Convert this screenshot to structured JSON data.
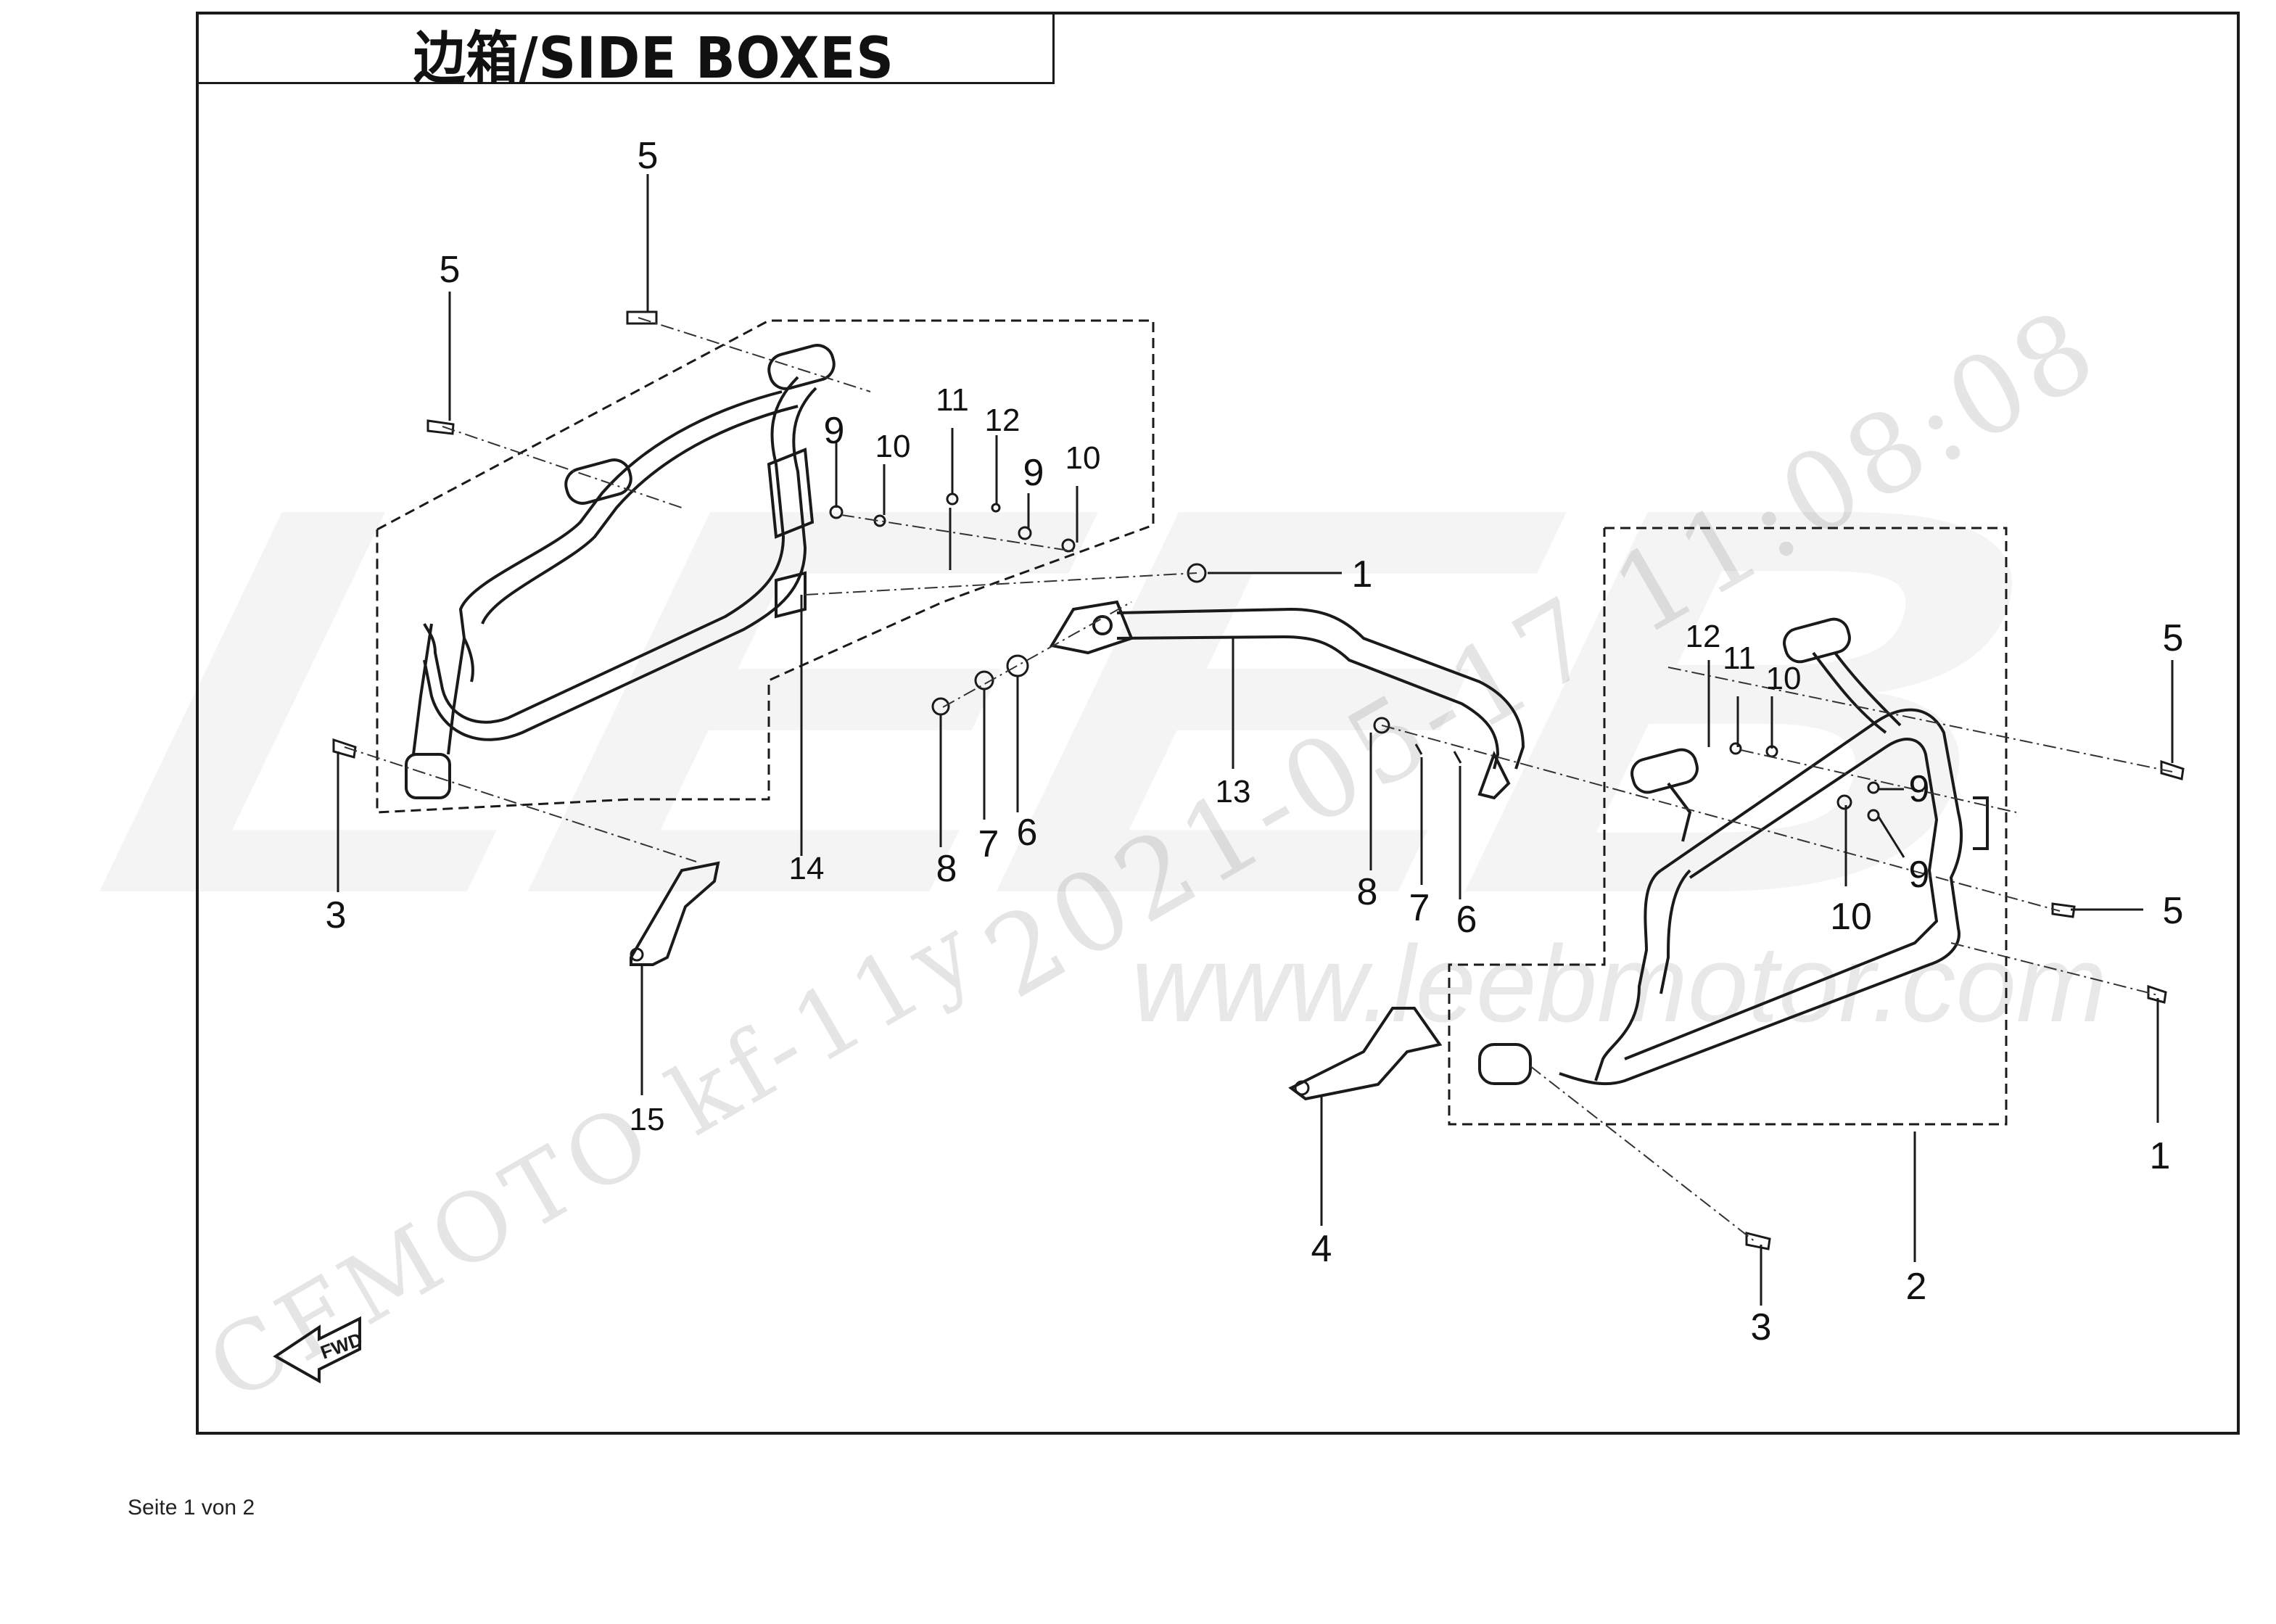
{
  "title": "边箱/SIDE BOXES",
  "footer": "Seite 1 von 2",
  "watermark": {
    "brand": "LEEB",
    "timestamp": "2021-05-17  11:08:08",
    "model": "CFMOTO  kf-11y",
    "url": "www.leebmotor.com"
  },
  "callouts": {
    "c1_upper": "1",
    "c1_right": "1",
    "c2": "2",
    "c3_left": "3",
    "c3_right": "3",
    "c4": "4",
    "c5_top": "5",
    "c5_left": "5",
    "c5_right_top": "5",
    "c5_right_mid": "5",
    "c6_mid": "6",
    "c6_right": "6",
    "c7_mid": "7",
    "c7_right": "7",
    "c8_mid": "8",
    "c8_right": "8",
    "c9_left_a": "9",
    "c9_left_b": "9",
    "c9_right_a": "9",
    "c9_right_b": "9",
    "c10_left_a": "10",
    "c10_left_b": "10",
    "c10_right_a": "10",
    "c10_right_b": "10",
    "c11_left": "11",
    "c11_right": "11",
    "c12_left": "12",
    "c12_right": "12",
    "c13": "13",
    "c14": "14",
    "c15": "15"
  },
  "icons": {
    "forward_arrow": "fwd-arrow-icon"
  },
  "colors": {
    "line": "#1a1a1a",
    "dash": "#333333"
  }
}
